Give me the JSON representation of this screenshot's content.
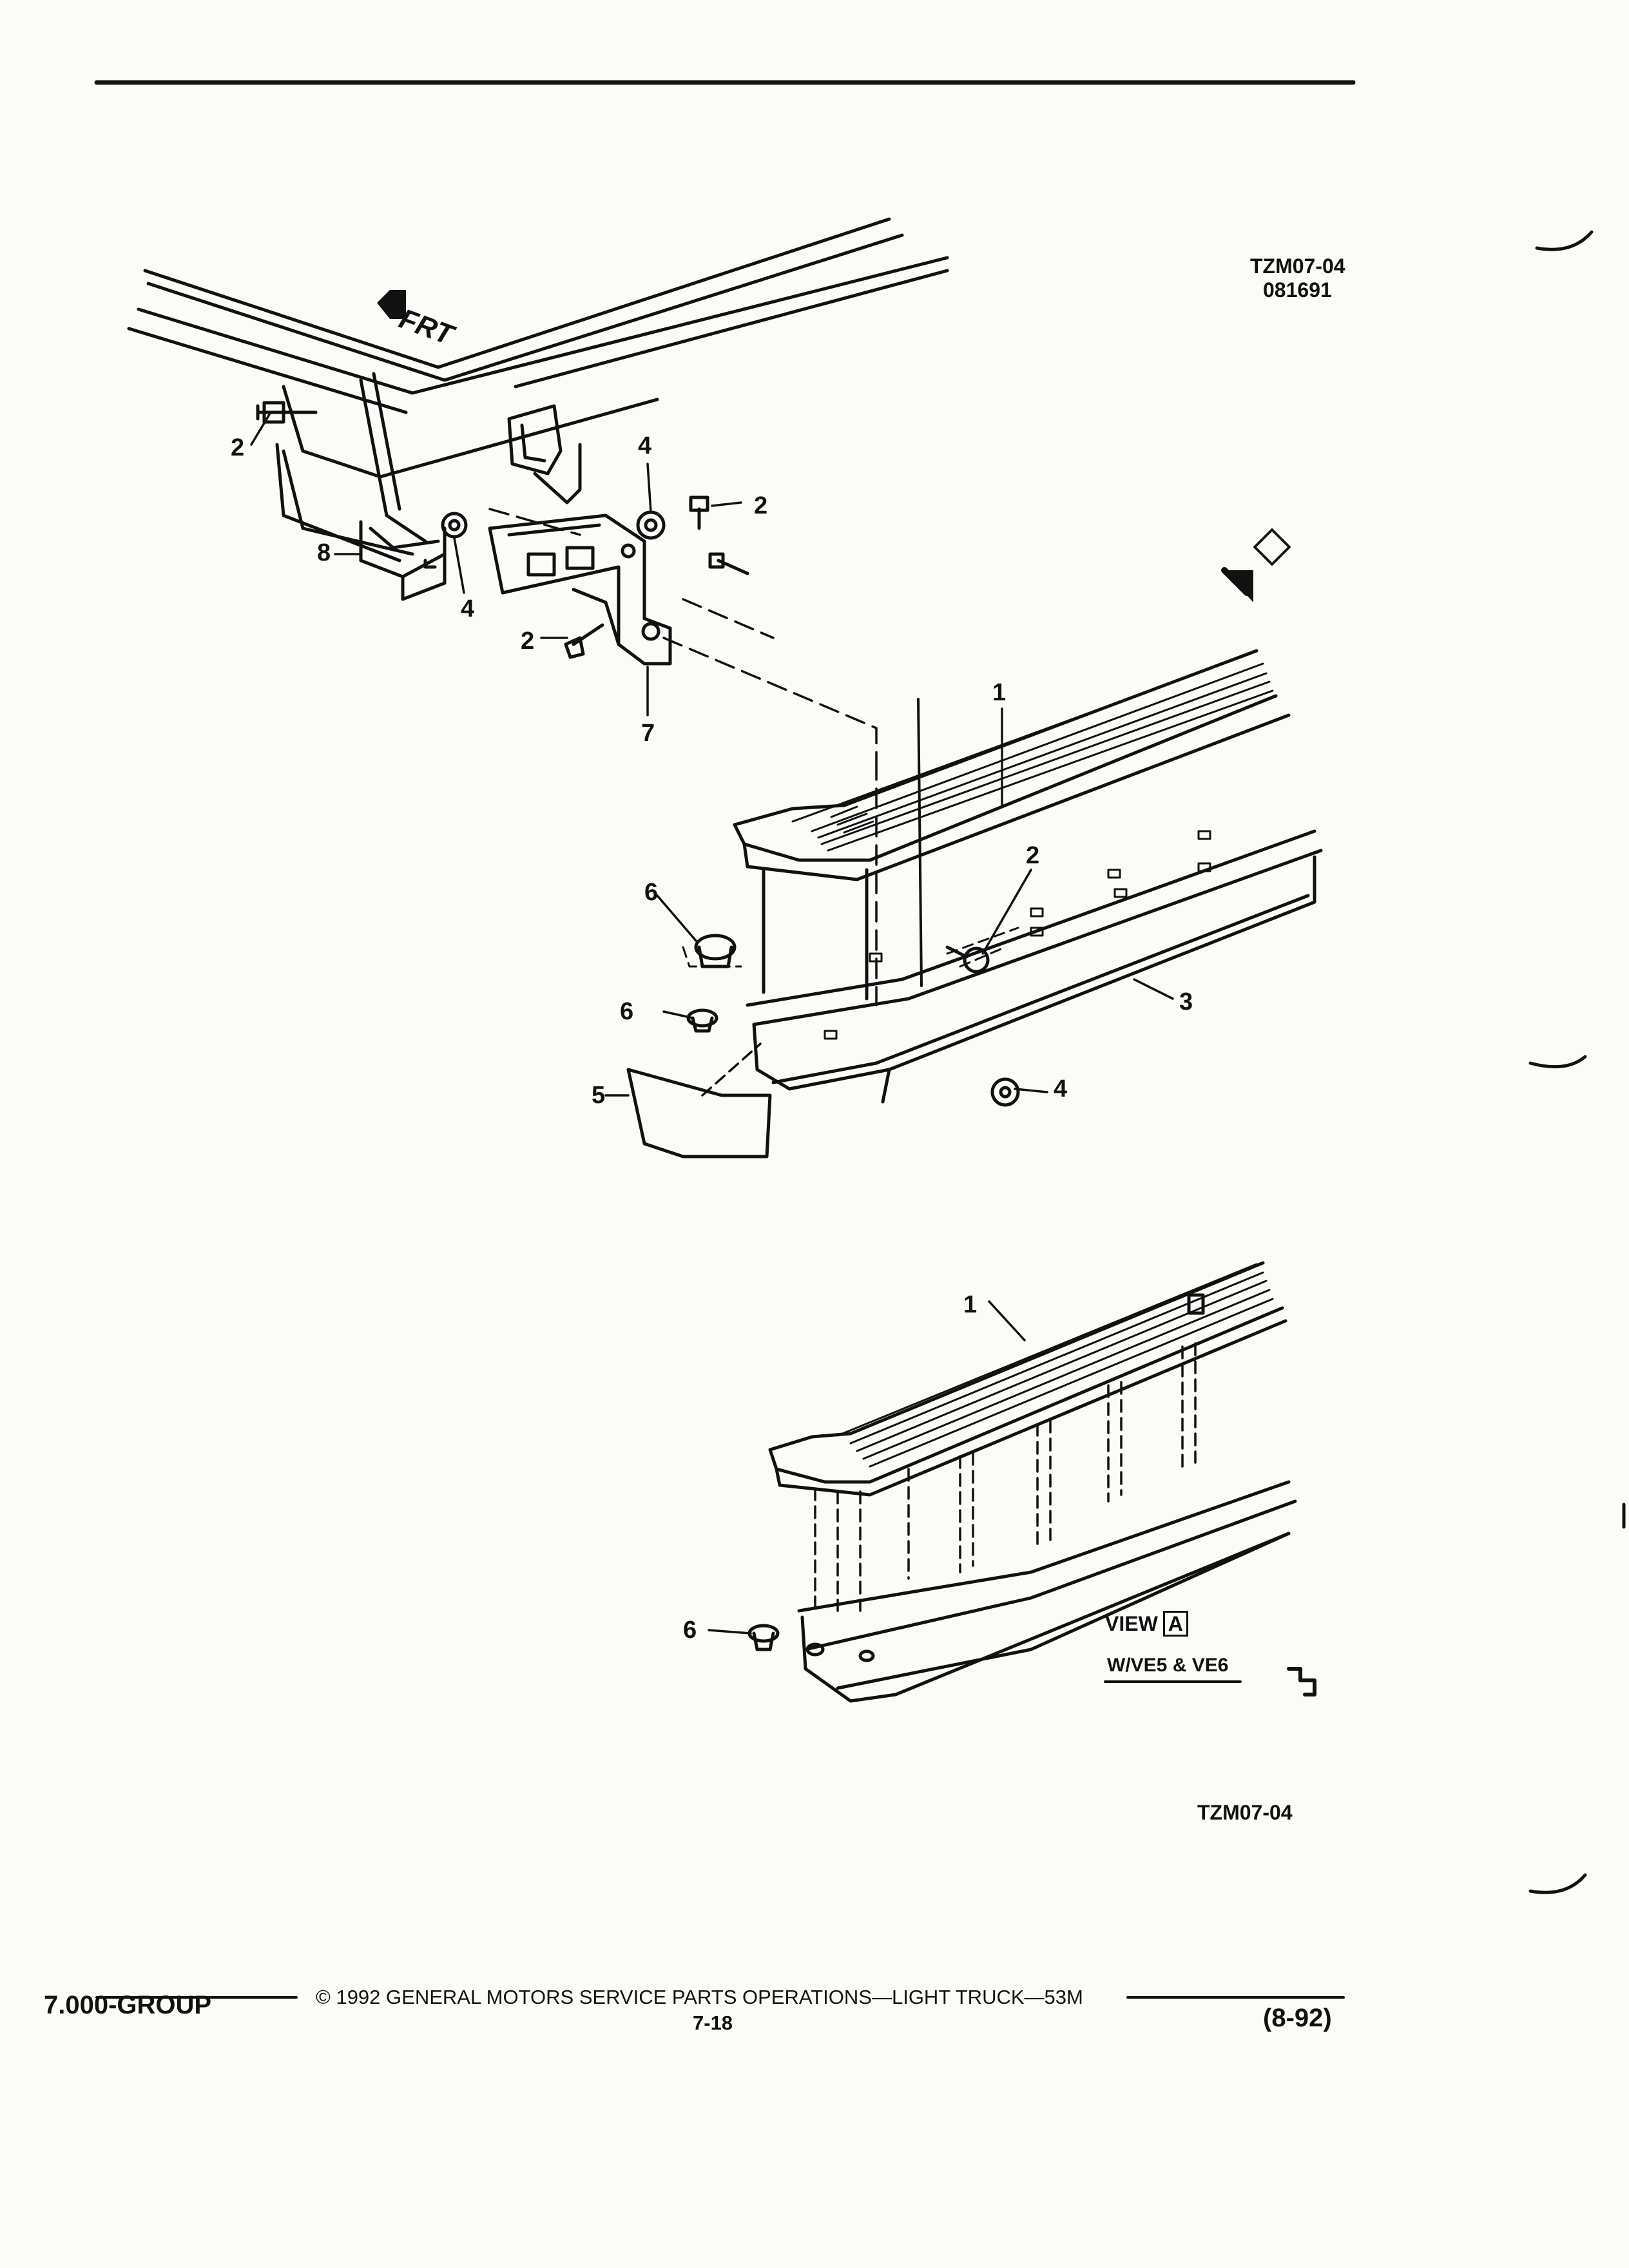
{
  "header": {
    "ref_code": "TZM07-04",
    "ref_date": "081691"
  },
  "diagram": {
    "front_label": "FRT",
    "view_marker": "A",
    "callouts": [
      {
        "id": "c1a",
        "label": "1"
      },
      {
        "id": "c2a",
        "label": "2"
      },
      {
        "id": "c2b",
        "label": "2"
      },
      {
        "id": "c2c",
        "label": "2"
      },
      {
        "id": "c2d",
        "label": "2"
      },
      {
        "id": "c3",
        "label": "3"
      },
      {
        "id": "c4a",
        "label": "4"
      },
      {
        "id": "c4b",
        "label": "4"
      },
      {
        "id": "c4c",
        "label": "4"
      },
      {
        "id": "c5",
        "label": "5"
      },
      {
        "id": "c6a",
        "label": "6"
      },
      {
        "id": "c6b",
        "label": "6"
      },
      {
        "id": "c7",
        "label": "7"
      },
      {
        "id": "c8",
        "label": "8"
      },
      {
        "id": "c1b",
        "label": "1"
      },
      {
        "id": "c6c",
        "label": "6"
      }
    ],
    "view_caption": "VIEW",
    "view_letter": "A",
    "view_option": "W/VE5 & VE6",
    "bottom_ref": "TZM07-04"
  },
  "footer": {
    "group": "7.000-GROUP",
    "copyright": "© 1992 GENERAL MOTORS SERVICE PARTS OPERATIONS—LIGHT TRUCK—53M",
    "page": "7-18",
    "date": "(8-92)"
  }
}
